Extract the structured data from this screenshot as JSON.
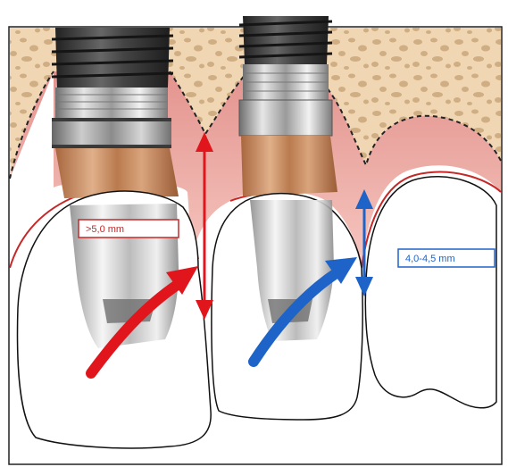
{
  "labels": {
    "left_measure": ">5,0 mm",
    "right_measure": "4,0-4,5 mm"
  },
  "colors": {
    "bone": "#f1d6b4",
    "bone_spots": "#cfae84",
    "gum": "#eba5a0",
    "gum_dark": "#d77f7a",
    "outline_red": "#c62828",
    "arrow_red": "#e0161c",
    "arrow_blue": "#1e64c8",
    "thread_dark": "#3b3b3b",
    "metal": "#c9c9c9",
    "copper": "#b97a4e"
  },
  "icons": [
    "implant-left",
    "implant-right",
    "natural-tooth",
    "red-arrow",
    "blue-arrow"
  ]
}
